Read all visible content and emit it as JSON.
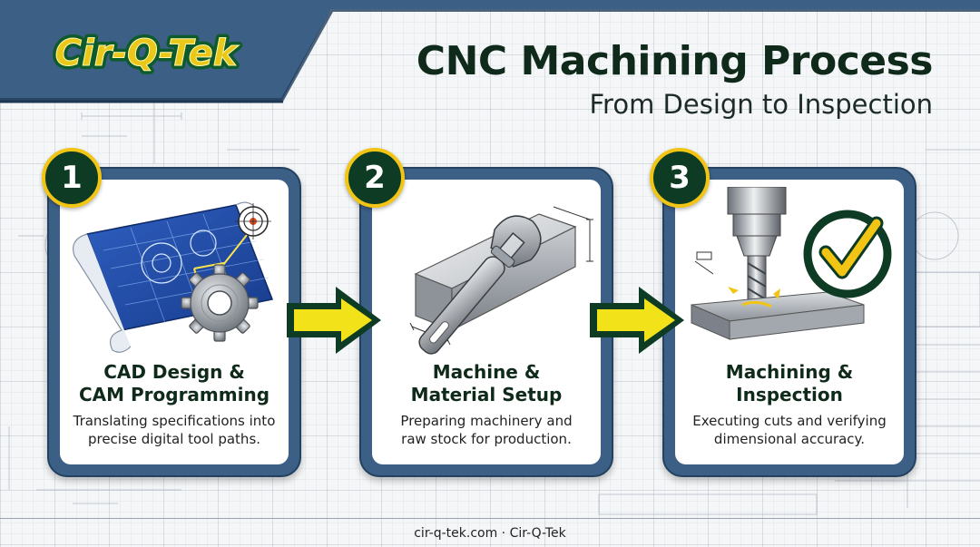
{
  "brand": {
    "logo_text": "Cir-Q-Tek",
    "colors": {
      "logo_fill": "#e9c81a",
      "logo_outline": "#0d5a2a",
      "banner": "#3c5f86",
      "dark_green": "#0d3b23",
      "accent_yellow": "#f2c414"
    }
  },
  "header": {
    "title": "CNC Machining Process",
    "subtitle": "From Design to Inspection"
  },
  "steps": [
    {
      "number": "1",
      "title_line1": "CAD Design &",
      "title_line2": "CAM Programming",
      "desc_line1": "Translating specifications into",
      "desc_line2": "precise digital tool paths.",
      "icon": "blueprint-gear-icon"
    },
    {
      "number": "2",
      "title_line1": "Machine &",
      "title_line2": "Material Setup",
      "desc_line1": "Preparing machinery and",
      "desc_line2": "raw stock for production.",
      "icon": "wrench-stock-icon"
    },
    {
      "number": "3",
      "title_line1": "Machining &",
      "title_line2": "Inspection",
      "desc_line1": "Executing cuts and verifying",
      "desc_line2": "dimensional accuracy.",
      "icon": "endmill-checkmark-icon"
    }
  ],
  "footer": {
    "text": "cir-q-tek.com · Cir-Q-Tek"
  }
}
